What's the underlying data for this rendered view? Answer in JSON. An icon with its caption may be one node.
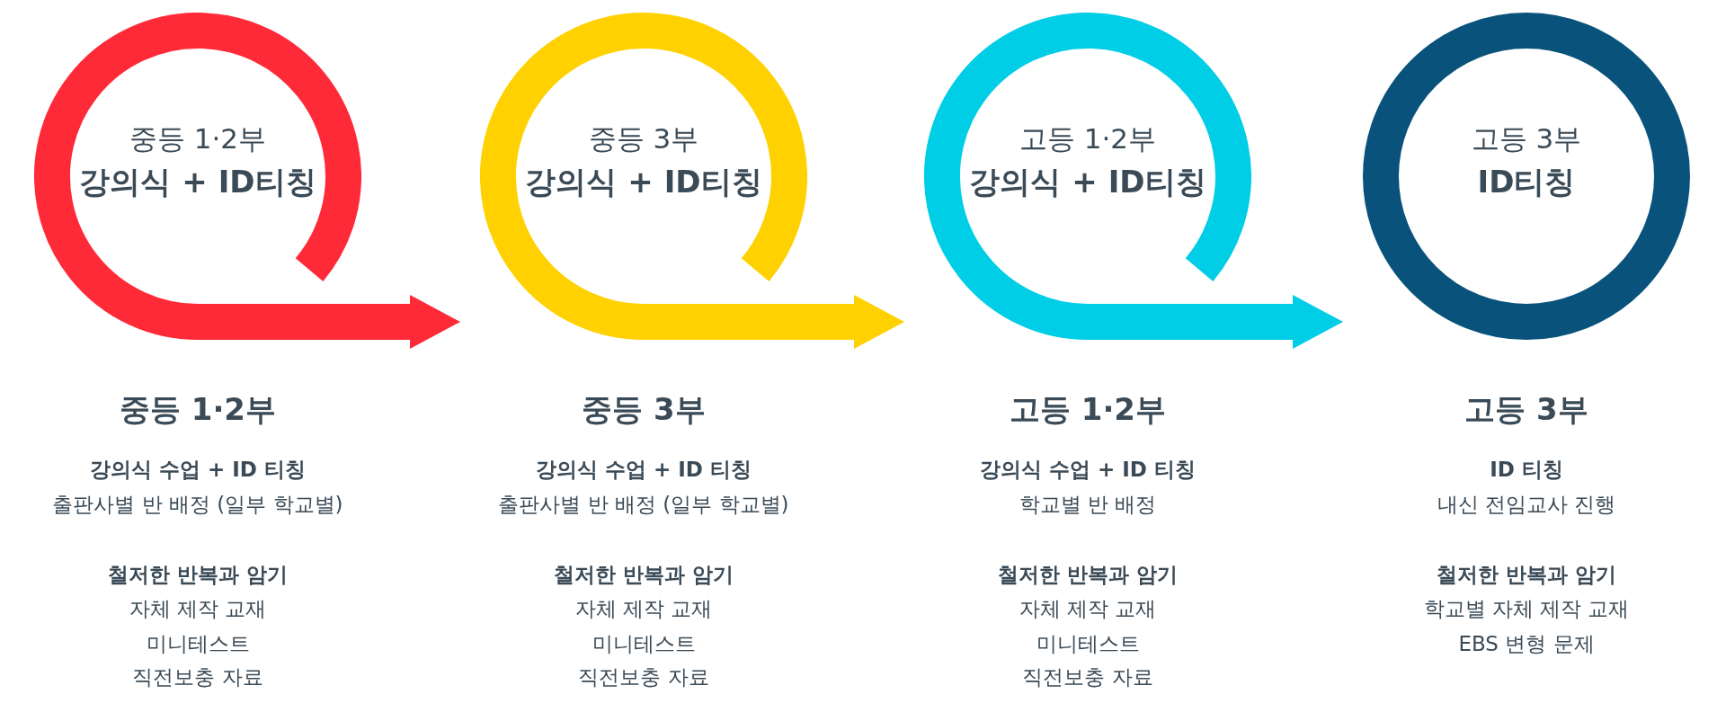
{
  "diagram": {
    "nodes": [
      {
        "text": [
          "중등 1·2부",
          "강의식 + ID티칭"
        ],
        "beside": [
          "중등 1·2부",
          "강의식 수업 + ID 티칭",
          "출판사별 반 배정 (일부 학교별)",
          "철저한 반복과 암기",
          "자체 제작 교재",
          "미니테스트",
          "직전보충 자료"
        ]
      },
      {
        "text": [
          "중등 3부",
          "강의식 + ID티칭"
        ],
        "beside": [
          "중등 3부",
          "강의식 수업 + ID 티칭",
          "출판사별 반 배정 (일부 학교별)",
          "철저한 반복과 암기",
          "자체 제작 교재",
          "미니테스트",
          "직전보충 자료"
        ]
      },
      {
        "text": [
          "고등 1·2부",
          "강의식 + ID티칭"
        ],
        "beside": [
          "고등 1·2부",
          "강의식 수업 + ID 티칭",
          "학교별 반 배정",
          "철저한 반복과 암기",
          "자체 제작 교재",
          "미니테스트",
          "직전보충 자료"
        ]
      },
      {
        "text": [
          "고등 3부",
          "ID티칭"
        ],
        "beside": [
          "고등 3부",
          "ID 티칭",
          "내신 전임교사 진행",
          "철저한 반복과 암기",
          "학교별 자체 제작 교재",
          "EBS 변형 문제"
        ]
      }
    ],
    "edges": [
      {
        "from": 0,
        "to": 1,
        "arrow": "to",
        "style": "thick",
        "color": "#ff2a38"
      },
      {
        "from": 1,
        "to": 2,
        "arrow": "to",
        "style": "thick",
        "color": "#ffd100"
      },
      {
        "from": 2,
        "to": 3,
        "arrow": "to",
        "style": "thick",
        "color": "#00cde6"
      }
    ]
  }
}
